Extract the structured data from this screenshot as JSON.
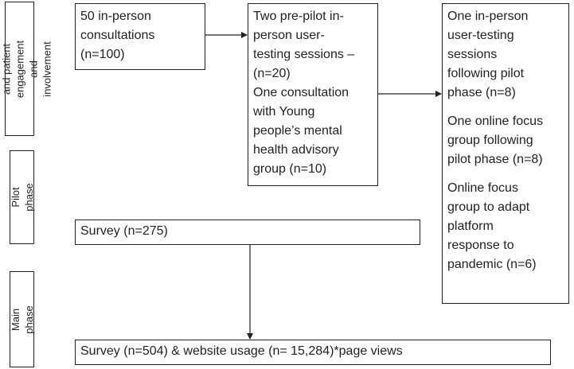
{
  "phases": {
    "engagement": "Participant and patient\nengagement and\ninvolvement",
    "pilot": "Pilot phase",
    "main": "Main phase"
  },
  "boxes": {
    "consultations": [
      "50 in-person",
      "consultations",
      "(n=100)"
    ],
    "pre_pilot": [
      "Two pre-pilot in-",
      "person user-",
      "testing sessions –",
      "(n=20)",
      "One consultation",
      "with Young",
      "people’s mental",
      "health advisory",
      "group (n=10)"
    ],
    "user_testing": [
      "One in-person",
      "user-testing",
      "sessions",
      "following pilot",
      "phase (n=8)"
    ],
    "focus_group": [
      "One online focus",
      "group following",
      "pilot phase (n=8)"
    ],
    "adapt": [
      "Online focus",
      "group to adapt",
      "platform",
      "response to",
      "pandemic (n=6)"
    ],
    "survey_pilot": "Survey (n=275)",
    "survey_main": "Survey (n=504) & website usage (n= 15,284)*page views"
  }
}
